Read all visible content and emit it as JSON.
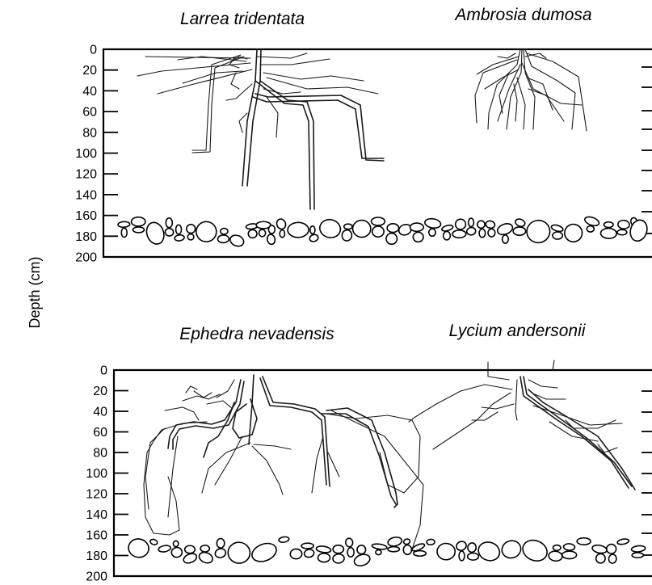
{
  "figure": {
    "y_axis_label": "Depth (cm)",
    "panels": [
      {
        "species": [
          {
            "name": "Larrea tridentata"
          },
          {
            "name": "Ambrosia dumosa"
          }
        ],
        "depth_ticks": [
          "0",
          "20",
          "40",
          "60",
          "80",
          "100",
          "120",
          "140",
          "160",
          "180",
          "200"
        ],
        "gravel_layer_depth_cm": [
          160,
          190
        ]
      },
      {
        "species": [
          {
            "name": "Ephedra nevadensis"
          },
          {
            "name": "Lycium andersonii"
          }
        ],
        "depth_ticks": [
          "0",
          "20",
          "40",
          "60",
          "80",
          "100",
          "120",
          "140",
          "160",
          "180",
          "200"
        ],
        "gravel_layer_depth_cm": [
          160,
          190
        ]
      }
    ]
  }
}
